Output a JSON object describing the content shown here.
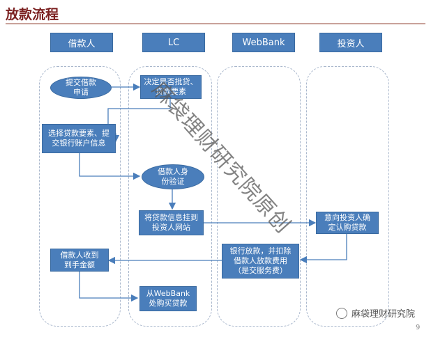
{
  "title": "放款流程",
  "lanes": [
    "借款人",
    "LC",
    "WebBank",
    "投资人"
  ],
  "nodes": {
    "submit_loan": "提交借款\n申请",
    "decide_loan": "决定是否批贷、\n贷款要素",
    "choose_elements": "选择贷款要素、提\n交银行账户信息",
    "identity_verify": "借款人身\n份验证",
    "post_loan": "将贷款信息挂到\n投资人网站",
    "investor_confirm": "意向投资人确\n定认购贷款",
    "bank_disburse": "银行放款，并扣除\n借款人放款费用\n（是交服务费）",
    "receive_funds": "借款人收到\n到手金额",
    "buy_loan": "从WebBank\n处购买贷款"
  },
  "watermark": "麻袋理财研究院原创",
  "wechat_account": "麻袋理财研究院",
  "page_number": "9",
  "colors": {
    "box": "#4a7ebb",
    "title": "#7a1f1f",
    "arrow": "#4a7ebb"
  }
}
